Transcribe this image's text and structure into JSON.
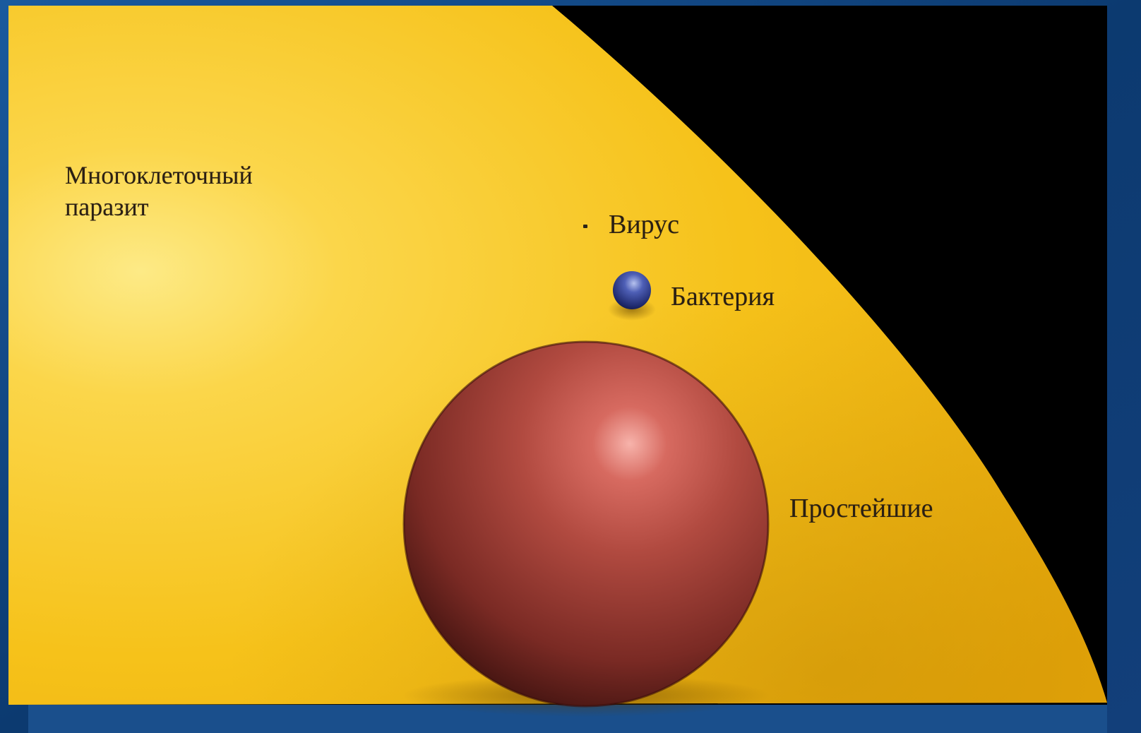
{
  "labels": {
    "multicellular_parasite": "Многоклеточный паразит",
    "virus": "Вирус",
    "bacteria": "Бактерия",
    "protozoa": "Простейшие"
  },
  "colors": {
    "slide_background": "#0d3f78",
    "parasite_body": "#f6c21a",
    "dark_space": "#000000",
    "protozoa_sphere": "#a63a32",
    "bacteria_sphere": "#2c3a8a",
    "label_text": "#2a1f14"
  }
}
